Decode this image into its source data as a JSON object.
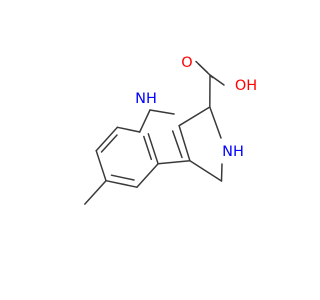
{
  "molecule": {
    "atoms": {
      "nh_indole": {
        "text": "NH",
        "color": "#0000ff"
      },
      "nh_ring": {
        "text": "NH",
        "color": "#0000ff"
      },
      "oh": {
        "text": "OH",
        "color": "#ff0000"
      },
      "o_carbonyl": {
        "text": "O",
        "color": "#ff0000"
      }
    },
    "bond_color": "#3a3a3a",
    "background": "#ffffff"
  }
}
